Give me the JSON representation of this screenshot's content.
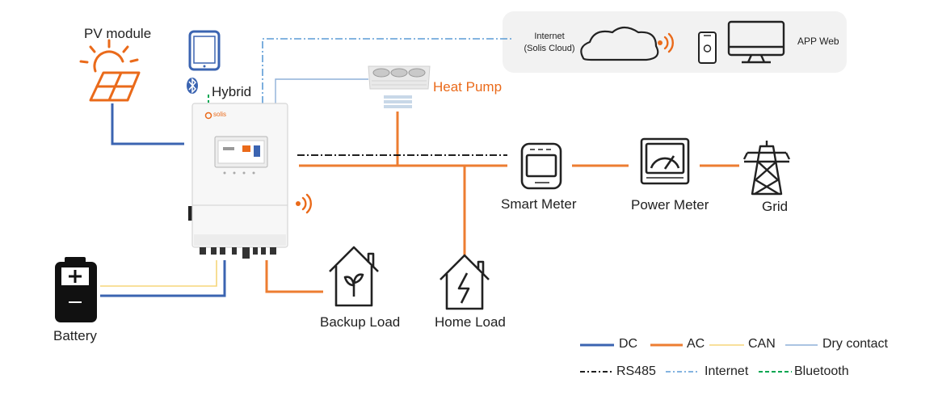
{
  "colors": {
    "dc": "#3b64b1",
    "ac": "#ed7d31",
    "can": "#f5d57a",
    "dry_contact": "#8fb0d8",
    "rs485": "#000000",
    "internet": "#5b9bd5",
    "bluetooth": "#00a651",
    "accent_orange": "#ea6a1a",
    "cloud_panel": "#f2f2f2"
  },
  "labels": {
    "pv_module": "PV module",
    "hybrid": "Hybrid",
    "heat_pump": "Heat Pump",
    "internet_line1": "Internet",
    "internet_line2": "(Solis Cloud)",
    "app_web": "APP Web",
    "smart_meter": "Smart Meter",
    "power_meter": "Power Meter",
    "grid": "Grid",
    "battery": "Battery",
    "backup_load": "Backup Load",
    "home_load": "Home Load",
    "inverter_brand": "solis"
  },
  "legend": {
    "dc": "DC",
    "ac": "AC",
    "can": "CAN",
    "dry_contact": "Dry contact",
    "rs485": "RS485",
    "internet": "Internet",
    "bluetooth": "Bluetooth"
  }
}
